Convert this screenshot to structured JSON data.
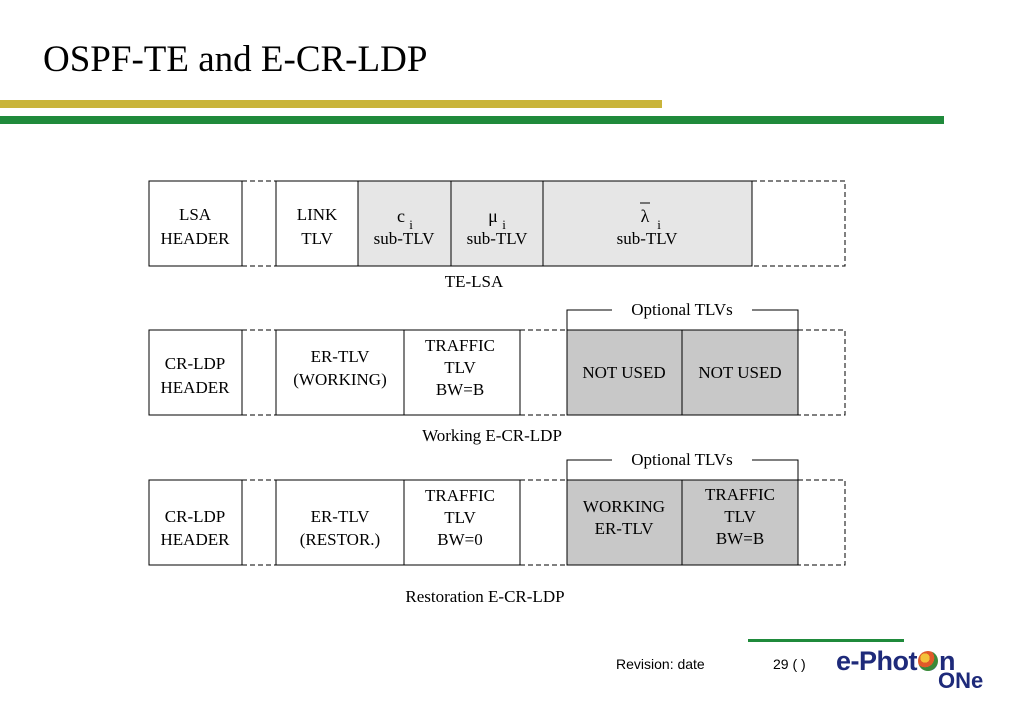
{
  "title": "OSPF-TE and E-CR-LDP",
  "colors": {
    "gold_bar": "#c9b43a",
    "green_bar": "#1f8a3b",
    "light_fill": "#e6e6e6",
    "dark_fill": "#c8c8c8",
    "logo": "#1e2a7a"
  },
  "te_lsa": {
    "caption": "TE-LSA",
    "lsa_l1": "LSA",
    "lsa_l2": "HEADER",
    "link_l1": "LINK",
    "link_l2": "TLV",
    "c_sym": "c",
    "c_sub": "i",
    "c_l2": "sub-TLV",
    "mu_sym": "μ",
    "mu_sub": "i",
    "mu_l2": "sub-TLV",
    "lambda_sym": "λ",
    "lambda_sub": "i",
    "lambda_l2": "sub-TLV"
  },
  "working": {
    "caption": "Working E-CR-LDP",
    "optional": "Optional TLVs",
    "hdr_l1": "CR-LDP",
    "hdr_l2": "HEADER",
    "er_l1": "ER-TLV",
    "er_l2": "(WORKING)",
    "tr_l1": "TRAFFIC",
    "tr_l2": "TLV",
    "tr_l3": "BW=B",
    "nu1": "NOT USED",
    "nu2": "NOT USED"
  },
  "restoration": {
    "caption": "Restoration E-CR-LDP",
    "optional": "Optional TLVs",
    "hdr_l1": "CR-LDP",
    "hdr_l2": "HEADER",
    "er_l1": "ER-TLV",
    "er_l2": "(RESTOR.)",
    "tr_l1": "TRAFFIC",
    "tr_l2": "TLV",
    "tr_l3": "BW=0",
    "w_l1": "WORKING",
    "w_l2": "ER-TLV",
    "t2_l1": "TRAFFIC",
    "t2_l2": "TLV",
    "t2_l3": "BW=B"
  },
  "footer": {
    "revision": "Revision: date",
    "page": "29 (   )",
    "logo_a": "e-Phot",
    "logo_b": "n",
    "logo_c": "ONe"
  }
}
